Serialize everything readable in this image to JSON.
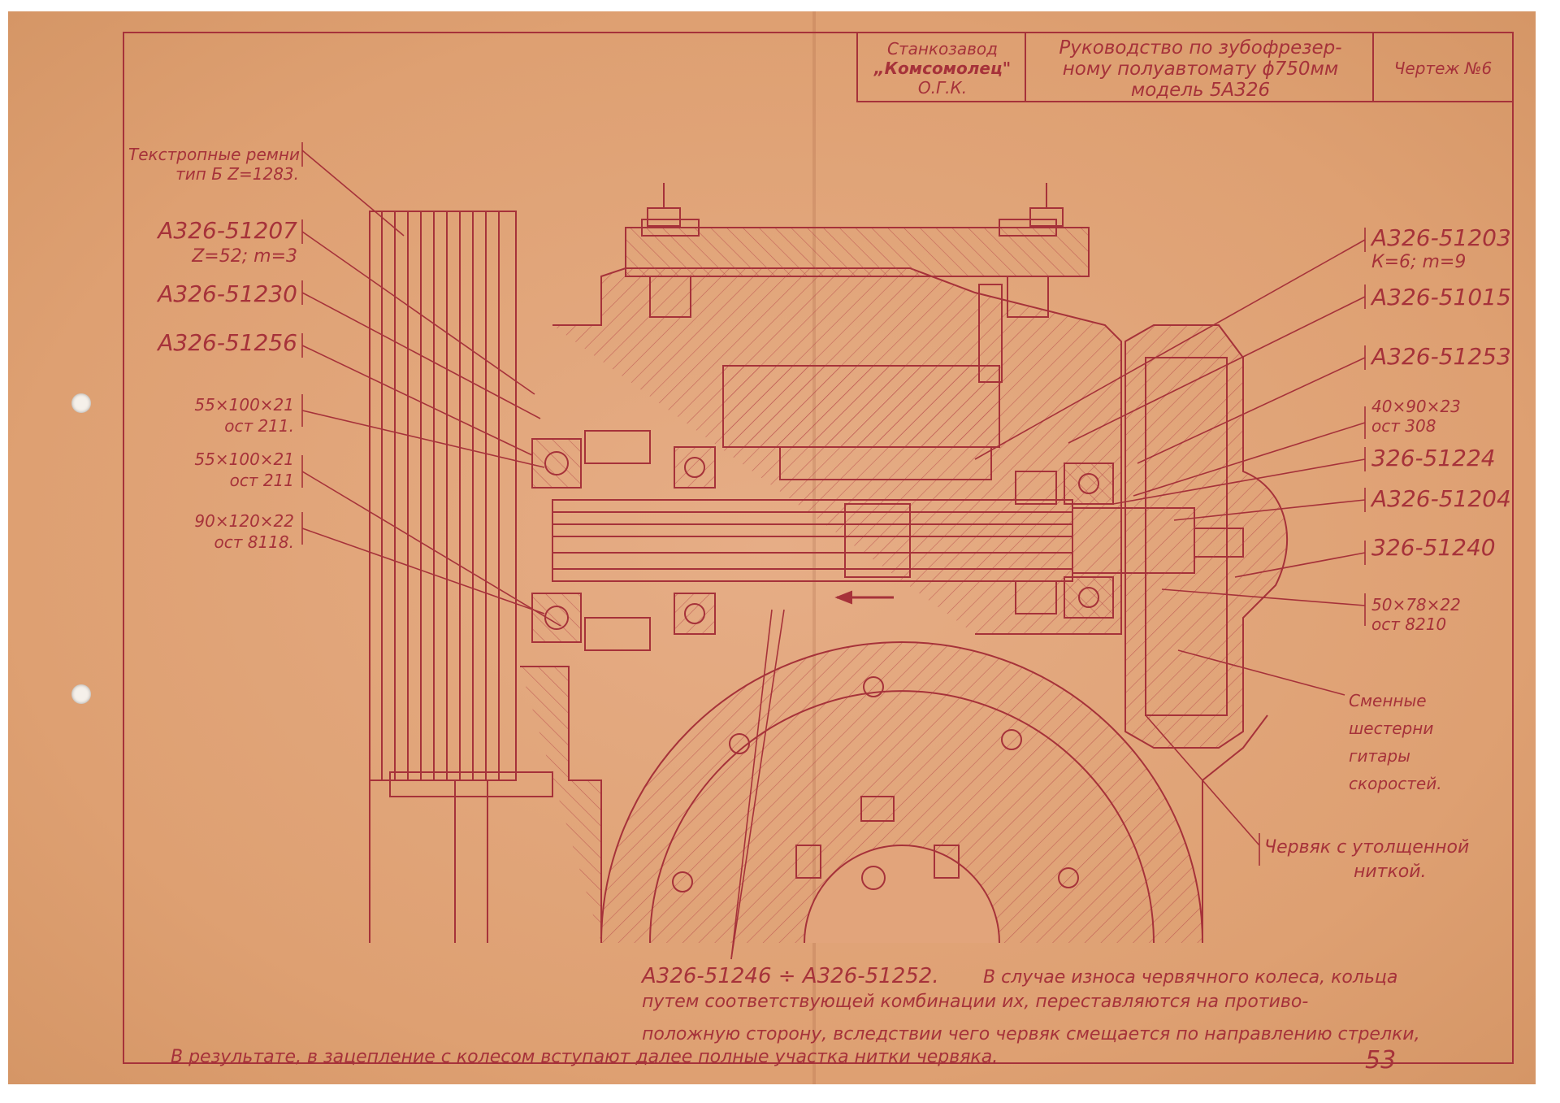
{
  "title_block": {
    "plant": [
      "Станкозавод",
      "„Комсомолец\"",
      "О.Г.К."
    ],
    "title": [
      "Руководство по зубофрезер-",
      "ному полуавтомату ϕ750мм",
      "модель 5А326"
    ],
    "sheet_no": "Чертеж №6"
  },
  "labels_left": [
    {
      "text": [
        "Текстропные ремни",
        "тип Б Z=1283."
      ],
      "style": "sm"
    },
    {
      "text": [
        "А326-51207",
        "Z=52; m=3"
      ],
      "style": "part"
    },
    {
      "text": [
        "А326-51230"
      ],
      "style": "part"
    },
    {
      "text": [
        "А326-51256"
      ],
      "style": "part"
    },
    {
      "text": [
        "55×100×21",
        "ост 211."
      ],
      "style": "sm"
    },
    {
      "text": [
        "55×100×21",
        "ост 211"
      ],
      "style": "sm"
    },
    {
      "text": [
        "90×120×22",
        "ост 8118."
      ],
      "style": "sm"
    }
  ],
  "labels_right": [
    {
      "text": [
        "А326-51203",
        "К=6; m=9"
      ],
      "style": "part"
    },
    {
      "text": [
        "А326-51015"
      ],
      "style": "part"
    },
    {
      "text": [
        "А326-51253"
      ],
      "style": "part"
    },
    {
      "text": [
        "40×90×23",
        "ост 308"
      ],
      "style": "sm"
    },
    {
      "text": [
        "326-51224"
      ],
      "style": "part"
    },
    {
      "text": [
        "А326-51204"
      ],
      "style": "part"
    },
    {
      "text": [
        "326-51240"
      ],
      "style": "part"
    },
    {
      "text": [
        "50×78×22",
        "ост 8210"
      ],
      "style": "sm"
    },
    {
      "text": [
        "Сменные",
        "шестерни",
        "гитары",
        "скоростей."
      ],
      "style": "sm"
    },
    {
      "text": [
        "Червяк с утолщенной",
        "ниткой."
      ],
      "style": "sm"
    }
  ],
  "bottom_label": "А326-51246 ÷ А326-51252.",
  "note_lines": [
    "В случае износа червячного колеса, кольца",
    "путем соответствующей комбинации их, переставляются на противо-",
    "положную сторону, вследствии чего червяк смещается по направлению стрелки,",
    "В результате, в зацепление с колесом вступают далее полные участка нитки червяка."
  ],
  "page_mark": "53",
  "colors": {
    "paper": "#e2a47b",
    "ink": "#a6323a"
  }
}
